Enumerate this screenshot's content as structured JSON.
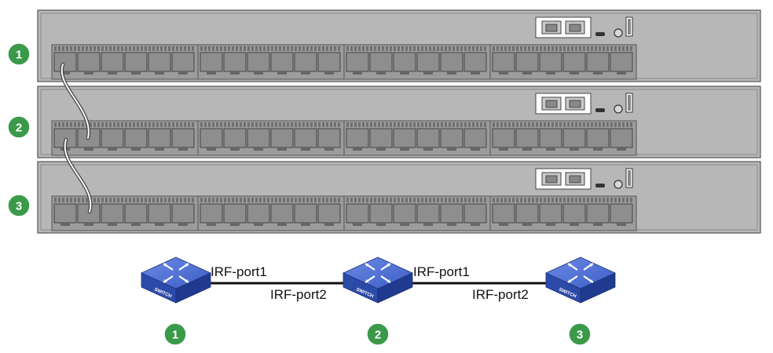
{
  "devices": [
    {
      "badge": "1"
    },
    {
      "badge": "2"
    },
    {
      "badge": "3"
    }
  ],
  "topology": {
    "switch_label": "SWITCH",
    "links": [
      {
        "left_port": "IRF-port1",
        "right_port": "IRF-port2"
      },
      {
        "left_port": "IRF-port1",
        "right_port": "IRF-port2"
      }
    ],
    "nodes": [
      {
        "badge": "1"
      },
      {
        "badge": "2"
      },
      {
        "badge": "3"
      }
    ]
  },
  "colors": {
    "chassis": "#b7b7b7",
    "badge": "#3a9a4a",
    "switch_top": "#4f6fd0",
    "switch_side": "#2c4aa8"
  }
}
